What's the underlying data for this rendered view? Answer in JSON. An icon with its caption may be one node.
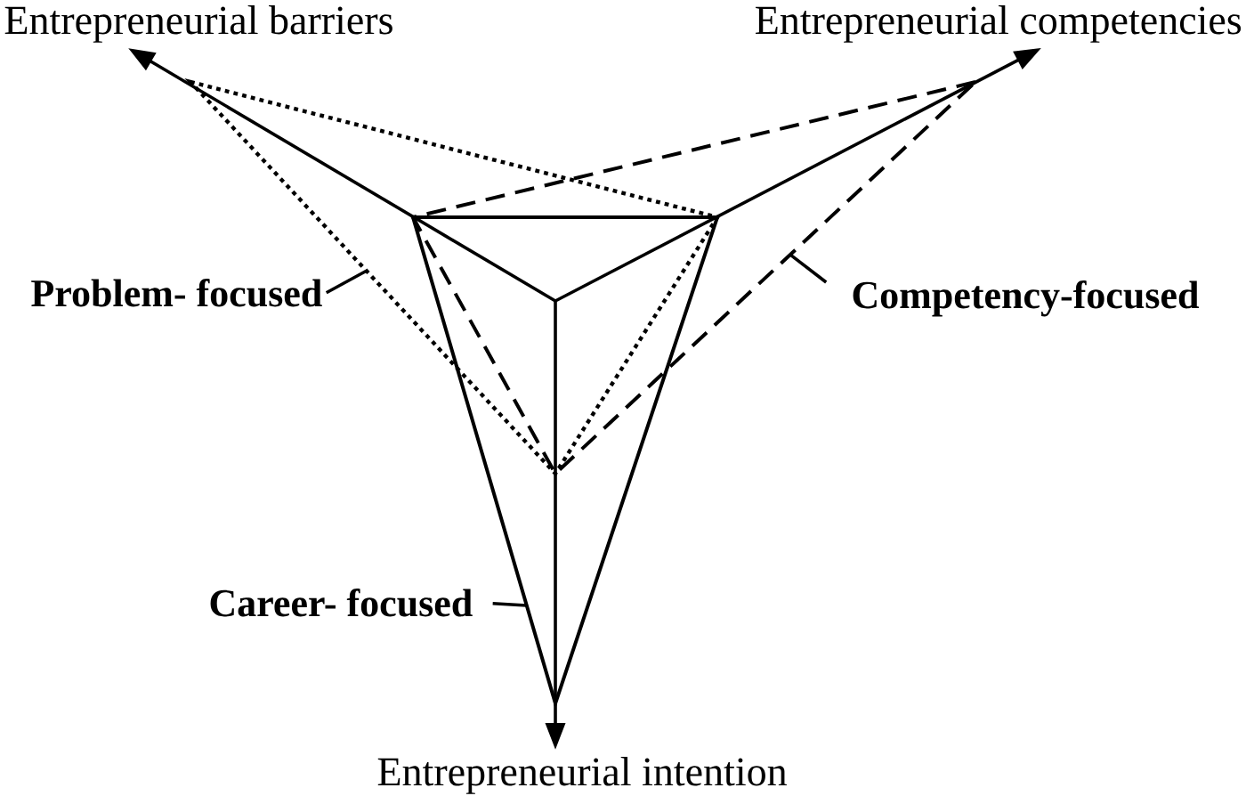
{
  "diagram": {
    "nodes": [
      {
        "text": [
          "Problem- focused"
        ]
      },
      {
        "text": [
          "Competency-focused"
        ]
      },
      {
        "text": [
          "Career- focused"
        ]
      },
      {
        "text": [],
        "shape": "triangle"
      },
      {
        "text": [],
        "shape": "triangle"
      },
      {
        "text": [],
        "shape": "triangle"
      }
    ],
    "edges": [
      {
        "from": 0,
        "to": 3,
        "arrow": "none"
      },
      {
        "from": 1,
        "to": 5,
        "arrow": "none"
      },
      {
        "from": 2,
        "to": 4,
        "arrow": "none"
      }
    ],
    "labels": [
      "Entrepreneurial barriers",
      "Entrepreneurial competencies",
      "Entrepreneurial intention"
    ]
  }
}
